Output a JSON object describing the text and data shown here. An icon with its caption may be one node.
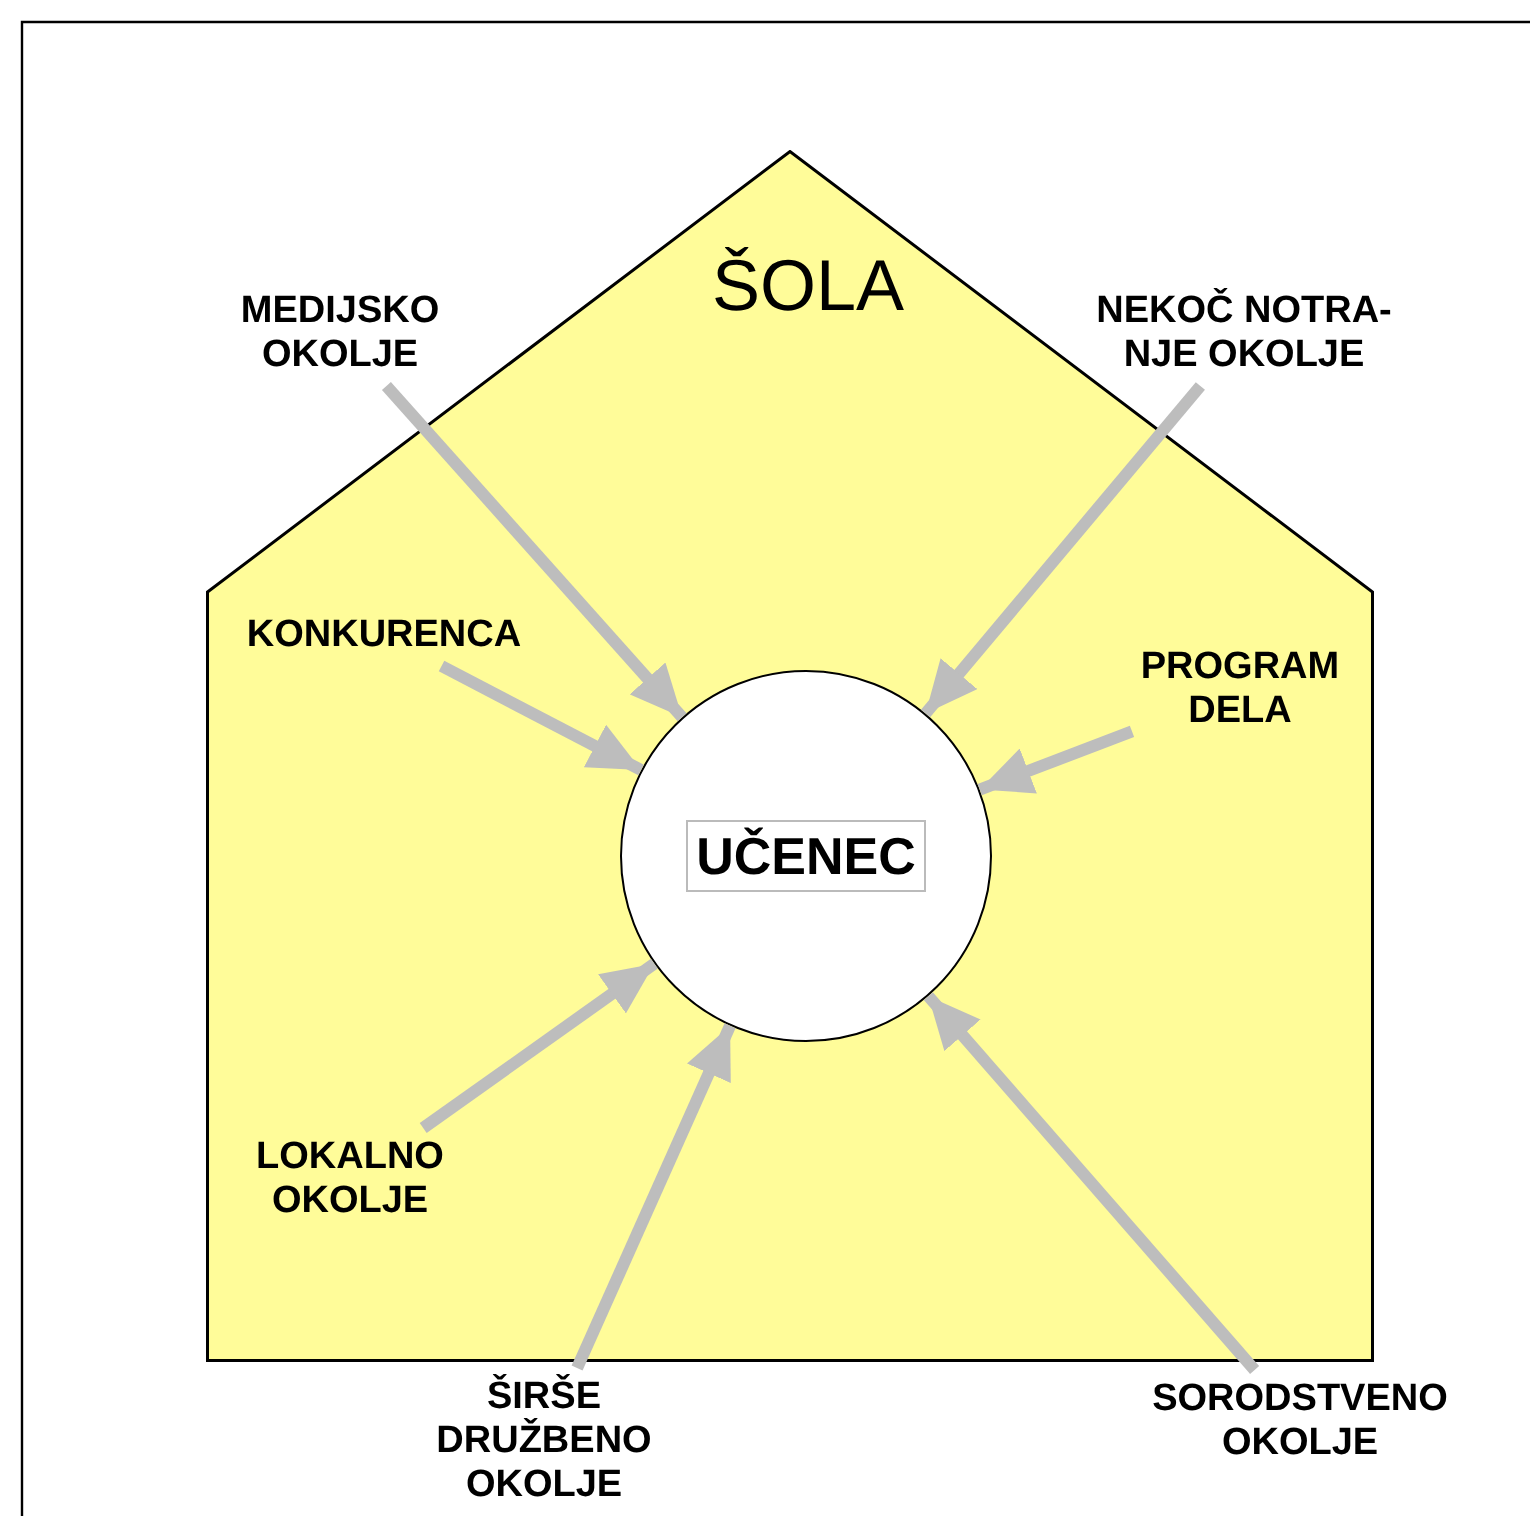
{
  "diagram": {
    "nodes": [
      {
        "text": [
          "ŠOLA"
        ]
      },
      {
        "text": [
          "UČENEC"
        ],
        "in": 0
      },
      {
        "text": [
          "MEDIJSKO OKOLJE"
        ]
      },
      {
        "text": [
          "NEKOČ NOTRA- NJE OKOLJE"
        ]
      },
      {
        "text": [
          "KONKURENCA"
        ],
        "in": 0
      },
      {
        "text": [
          "PROGRAM DELA"
        ],
        "in": 0
      },
      {
        "text": [
          "LOKALNO OKOLJE"
        ],
        "in": 0
      },
      {
        "text": [
          "ŠIRŠE DRUŽBENO OKOLJE"
        ]
      },
      {
        "text": [
          "SORODSTVENO OKOLJE"
        ]
      }
    ],
    "edges": [
      {
        "from": 2,
        "to": 1,
        "arrow": "to"
      },
      {
        "from": 3,
        "to": 1,
        "arrow": "to"
      },
      {
        "from": 4,
        "to": 1,
        "arrow": "to"
      },
      {
        "from": 5,
        "to": 1,
        "arrow": "to"
      },
      {
        "from": 6,
        "to": 1,
        "arrow": "to"
      },
      {
        "from": 7,
        "to": 1,
        "arrow": "to"
      },
      {
        "from": 8,
        "to": 1,
        "arrow": "to"
      }
    ]
  }
}
